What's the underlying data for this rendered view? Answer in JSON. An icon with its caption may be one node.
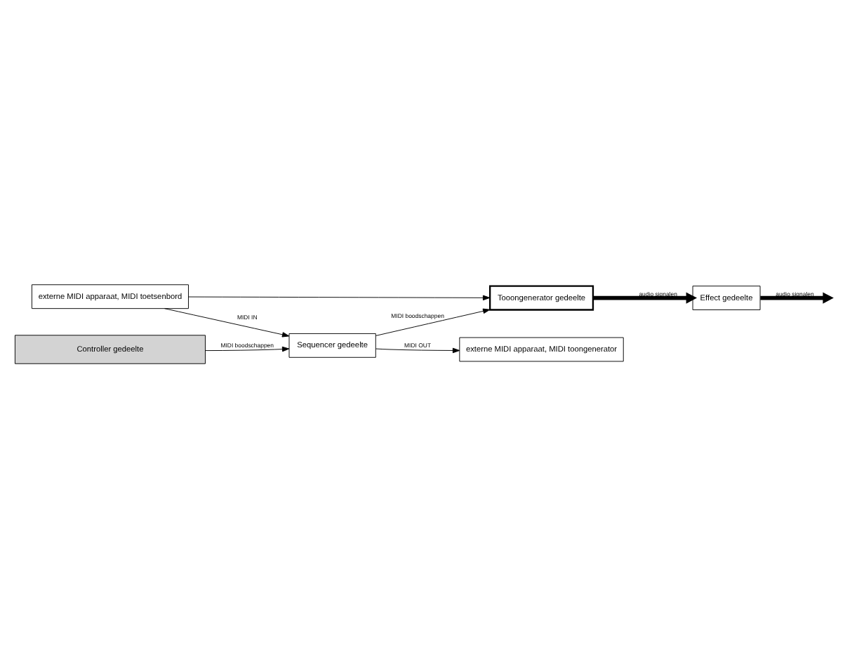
{
  "diagram": {
    "nodes": [
      {
        "text": [
          "externe MIDI apparaat, MIDI toongenerator"
        ]
      },
      {
        "text": [
          "externe MIDI apparaat, MIDI toetsenbord"
        ]
      },
      {
        "text": [
          "Sequencer gedeelte"
        ]
      },
      {
        "text": [
          "Tooongenerator gedeelte"
        ]
      },
      {
        "text": [
          "Effect gedeelte"
        ]
      },
      {
        "text": [
          "Controller gedeelte"
        ]
      }
    ],
    "edges": [
      {
        "from": 2,
        "to": 0,
        "arrow": "to",
        "label": "MIDI OUT"
      },
      {
        "from": 1,
        "to": 2,
        "arrow": "to",
        "label": "MIDI IN"
      },
      {
        "from": 1,
        "to": 3,
        "arrow": "to"
      },
      {
        "from": 2,
        "to": 3,
        "arrow": "to",
        "label": "MIDI boodschappen"
      },
      {
        "from": 3,
        "to": 4,
        "arrow": "to",
        "label": "audio signalen",
        "style": "thick"
      },
      {
        "from": 4,
        "to": null,
        "arrow": "to",
        "label": "audio signalen",
        "style": "thick"
      },
      {
        "from": 5,
        "to": 2,
        "arrow": "to",
        "label": "MIDI boodschappen"
      }
    ]
  }
}
